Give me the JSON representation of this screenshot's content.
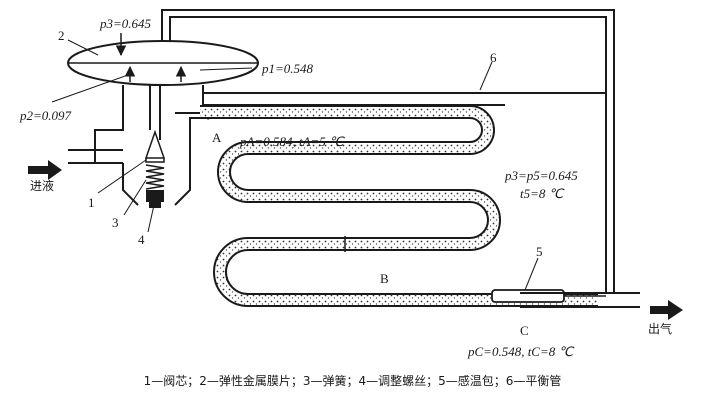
{
  "labels": {
    "p3": "p3=0.645",
    "p1": "p1=0.548",
    "p2": "p2=0.097",
    "pA": "pA=0.584, tA=5 ℃",
    "p3p5": "p3=p5=0.645",
    "t5": "t5=8 ℃",
    "pC": "pC=0.548, tC=8 ℃",
    "A": "A",
    "B": "B",
    "C": "C",
    "inlet": "进液",
    "outlet": "出气"
  },
  "callouts": [
    "1",
    "2",
    "3",
    "4",
    "5",
    "6"
  ],
  "legend": "1—阀芯；2—弹性金属膜片；3—弹簧；4—调整螺丝；5—感温包；6—平衡管"
}
